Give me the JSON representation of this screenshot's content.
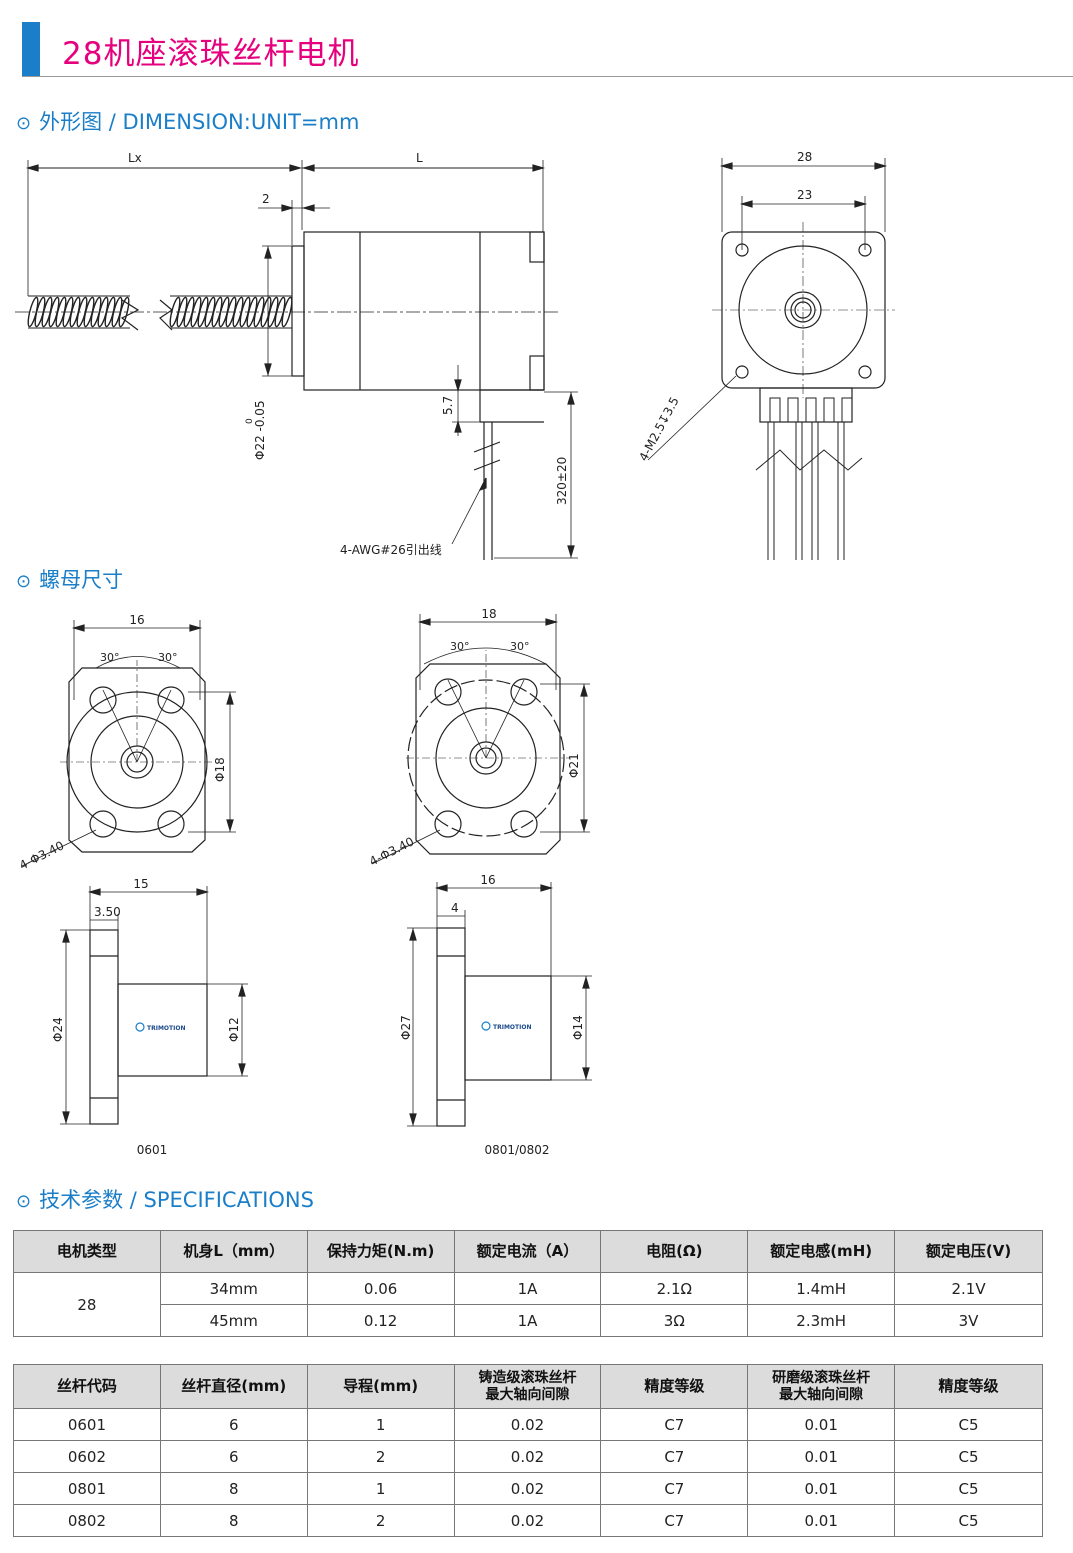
{
  "title": "28机座滚珠丝杆电机",
  "sections": {
    "dimension": "外形图 / DIMENSION:UNIT=mm",
    "nut": "螺母尺寸",
    "specs": "技术参数 / SPECIFICATIONS",
    "bullet": "⊙"
  },
  "drawing_labels": {
    "lx": "Lx",
    "l": "L",
    "gap": "2",
    "dia22": "Φ22 -0.05",
    "dia22_top": "0",
    "d57": "5.7",
    "lead": "320±20",
    "wire": "4-AWG#26引出线",
    "w28": "28",
    "w23": "23",
    "screw": "4-M2.5↧3.5"
  },
  "nut_labels": {
    "a_w": "16",
    "a_ang1": "30°",
    "a_ang2": "30°",
    "a_dia": "Φ18",
    "a_hole": "4-Φ3.40",
    "b_w": "18",
    "b_ang1": "30°",
    "b_ang2": "30°",
    "b_dia": "Φ21",
    "b_hole": "4-Φ3.40",
    "c_len": "15",
    "c_fl": "3.50",
    "c_d1": "Φ24",
    "c_d2": "Φ12",
    "c_name": "0601",
    "d_len": "16",
    "d_fl": "4",
    "d_d1": "Φ27",
    "d_d2": "Φ14",
    "d_name": "0801/0802",
    "logo": "TRIMOTION"
  },
  "table1": {
    "headers": [
      "电机类型",
      "机身L（mm）",
      "保持力矩(N.m)",
      "额定电流（A）",
      "电阻(Ω)",
      "额定电感(mH)",
      "额定电压(V)"
    ],
    "motor_type": "28",
    "rows": [
      [
        "34mm",
        "0.06",
        "1A",
        "2.1Ω",
        "1.4mH",
        "2.1V"
      ],
      [
        "45mm",
        "0.12",
        "1A",
        "3Ω",
        "2.3mH",
        "3V"
      ]
    ]
  },
  "table2": {
    "headers": [
      "丝杆代码",
      "丝杆直径(mm)",
      "导程(mm)",
      "铸造级滚珠丝杆",
      "最大轴向间隙",
      "精度等级",
      "研磨级滚珠丝杆",
      "最大轴向间隙",
      "精度等级"
    ],
    "rows": [
      [
        "0601",
        "6",
        "1",
        "0.02",
        "C7",
        "0.01",
        "C5"
      ],
      [
        "0602",
        "6",
        "2",
        "0.02",
        "C7",
        "0.01",
        "C5"
      ],
      [
        "0801",
        "8",
        "1",
        "0.02",
        "C7",
        "0.01",
        "C5"
      ],
      [
        "0802",
        "8",
        "2",
        "0.02",
        "C7",
        "0.01",
        "C5"
      ]
    ]
  }
}
